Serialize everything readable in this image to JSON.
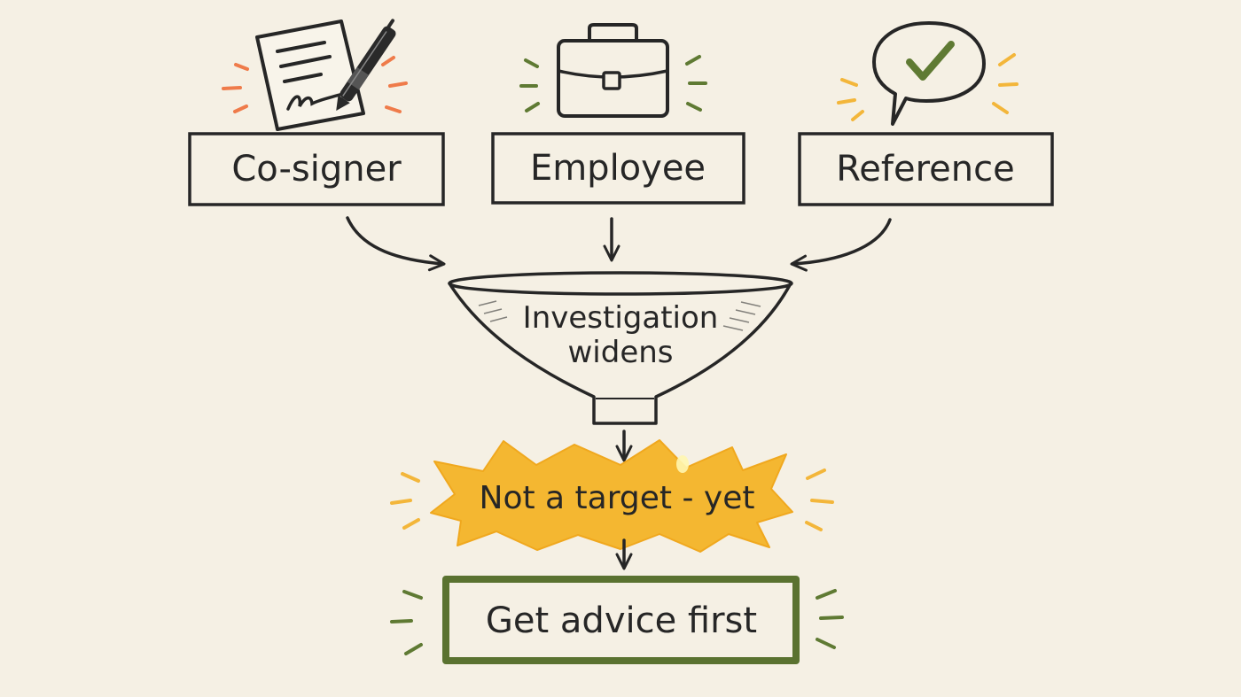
{
  "colors": {
    "background": "#f5f0e4",
    "ink": "#262626",
    "orange_accent": "#ef7b4a",
    "green_accent": "#5f7a33",
    "yellow_accent": "#f3b63a",
    "burst_fill": "#f4b731",
    "final_box_border": "#5a7230"
  },
  "nodes": {
    "cosigner": {
      "label": "Co-signer",
      "icon": "signed-document-pen-icon"
    },
    "employee": {
      "label": "Employee",
      "icon": "briefcase-icon"
    },
    "reference": {
      "label": "Reference",
      "icon": "speech-bubble-checkmark-icon"
    }
  },
  "funnel": {
    "line1": "Investigation",
    "line2": "widens"
  },
  "burst": {
    "label": "Not a target - yet"
  },
  "final": {
    "label": "Get advice first"
  }
}
